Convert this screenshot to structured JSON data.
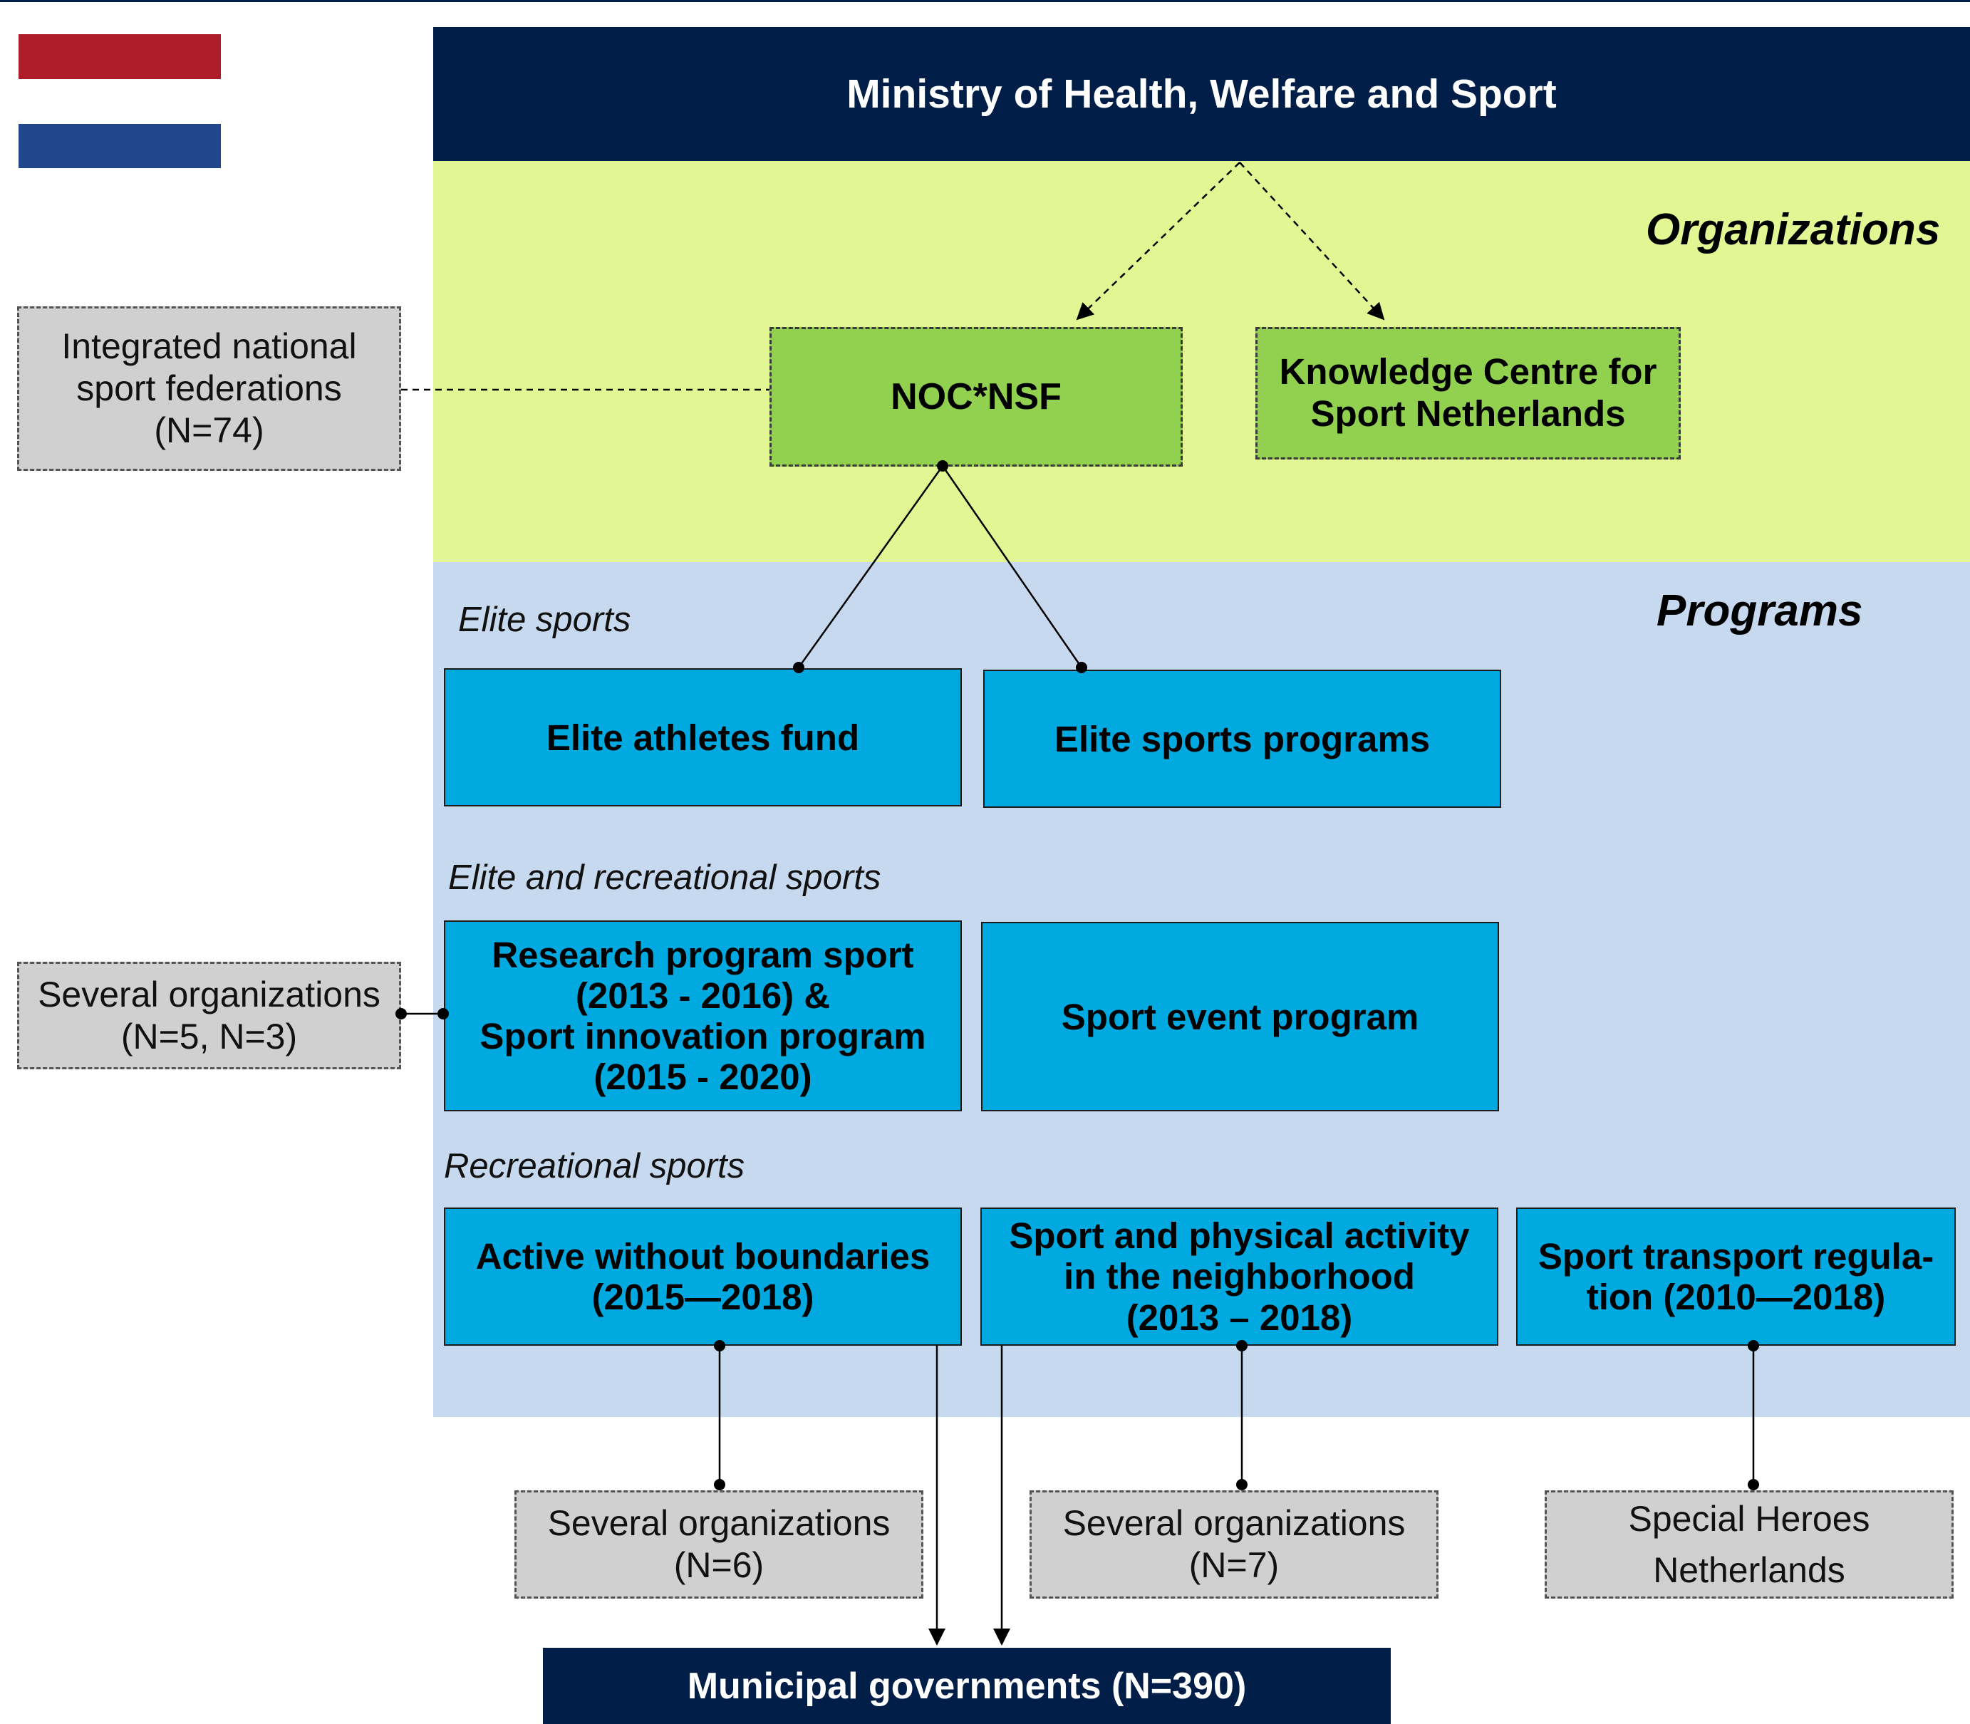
{
  "colors": {
    "navy": "#011e48",
    "organizations_bg": "#e2f793",
    "programs_bg": "#c7d9ef",
    "org_box": "#92d050",
    "program_box": "#00a9e0",
    "external_box": "#d0d0d0",
    "flag_red": "#ad1d2a",
    "flag_blue": "#21468b"
  },
  "ministry": "Ministry of Health, Welfare and Sport",
  "organizations": {
    "heading": "Organizations",
    "noc_nsf": "NOC*NSF",
    "knowledge_centre": "Knowledge Centre for\nSport Netherlands"
  },
  "programs": {
    "heading": "Programs",
    "elite_label": "Elite sports",
    "elite_athletes_fund": "Elite athletes fund",
    "elite_sports_programs": "Elite sports programs",
    "elite_recreational_label": "Elite and recreational sports",
    "research_program": "Research program sport\n(2013 - 2016) &\nSport innovation program\n(2015 - 2020)",
    "sport_event_program": "Sport event program",
    "recreational_label": "Recreational sports",
    "active_without_boundaries": "Active without boundaries\n(2015—2018)",
    "sport_neighborhood": "Sport and physical activity\nin the neighborhood\n(2013 – 2018)",
    "sport_transport": "Sport transport regula-\ntion (2010—2018)"
  },
  "external": {
    "federations": "Integrated national\nsport federations\n(N=74)",
    "several_5_3": "Several organizations\n(N=5, N=3)",
    "several_6": "Several organizations\n(N=6)",
    "several_7": "Several organizations\n(N=7)",
    "special_heroes": "Special Heroes\nNetherlands"
  },
  "municipal": "Municipal governments (N=390)"
}
